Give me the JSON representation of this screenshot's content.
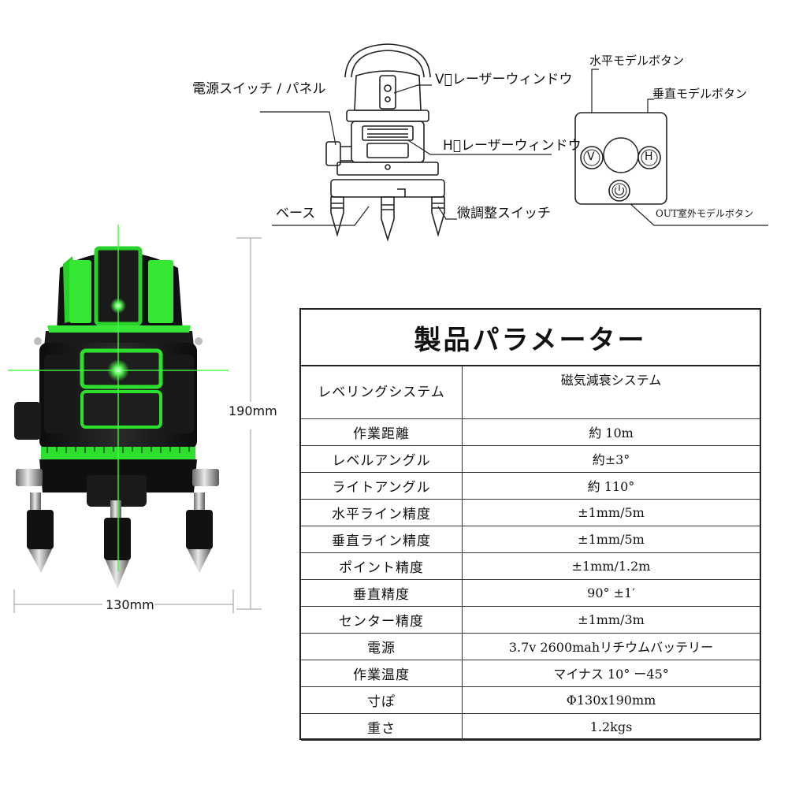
{
  "diagram": {
    "labels": {
      "power_switch": "電源スイッチ / パネル",
      "v_window": "V゙レーザーウィンドウ",
      "h_window": "H゙レーザーウィンドウ",
      "base": "ベース",
      "fine_adjust": "微調整スイッチ",
      "horizontal_button": "水平モデルボタン",
      "vertical_button": "垂直モデルボタン",
      "outdoor_button": "OUT室外モデルボタン"
    },
    "button_letters": {
      "v": "V",
      "h": "H"
    }
  },
  "product": {
    "height_dim": "190mm",
    "width_dim": "130mm"
  },
  "spec": {
    "title": "製品パラメーター",
    "rows": [
      {
        "key": "レベリングシステム",
        "value": "磁気減衰システム"
      },
      {
        "key": "作業距離",
        "value": "約 10m"
      },
      {
        "key": "レベルアングル",
        "value": "約±3°"
      },
      {
        "key": "ライトアングル",
        "value": "約 110°"
      },
      {
        "key": "水平ライン精度",
        "value": "±1mm/5m"
      },
      {
        "key": "垂直ライン精度",
        "value": "±1mm/5m"
      },
      {
        "key": "ポイント精度",
        "value": "±1mm/1.2m"
      },
      {
        "key": "垂直精度",
        "value": "90° ±1′"
      },
      {
        "key": "センター精度",
        "value": "±1mm/3m"
      },
      {
        "key": "電源",
        "value": "3.7v 2600mahリチウムバッテリー"
      },
      {
        "key": "作業温度",
        "value": "マイナス 10° ー45°"
      },
      {
        "key": "寸ぽ",
        "value": "Φ130x190mm"
      },
      {
        "key": "重さ",
        "value": "1.2kgs"
      }
    ]
  },
  "colors": {
    "laser_green": "#3dff3d",
    "body_black": "#151515",
    "metal": "#9a9a9a"
  }
}
